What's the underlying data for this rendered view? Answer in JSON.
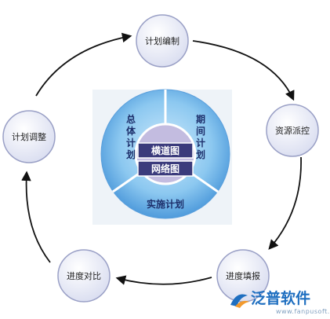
{
  "diagram": {
    "nodes": {
      "plan_compile": "计划编制",
      "resource_control": "资源派控",
      "progress_report": "进度填报",
      "progress_compare": "进度对比",
      "plan_adjust": "计划调整"
    },
    "center": {
      "sector_total": "总体计划",
      "sector_period": "期间计划",
      "sector_impl": "实施计划",
      "box_gantt": "横道图",
      "box_network": "网络图"
    }
  },
  "watermark": {
    "brand": "泛普软件",
    "site": "www.fanpusoft.com"
  },
  "colors": {
    "node_fill": "#e6e9f6",
    "node_stroke": "#9aa0c6",
    "ring_light": "#7ec3ee",
    "ring_mid": "#2b7cc8",
    "hub_purple": "#c3bce0",
    "box_dark": "#3b3b7c",
    "arrow": "#111111",
    "brand_blue": "#1f6fc0",
    "accent_orange": "#f29a2e"
  }
}
